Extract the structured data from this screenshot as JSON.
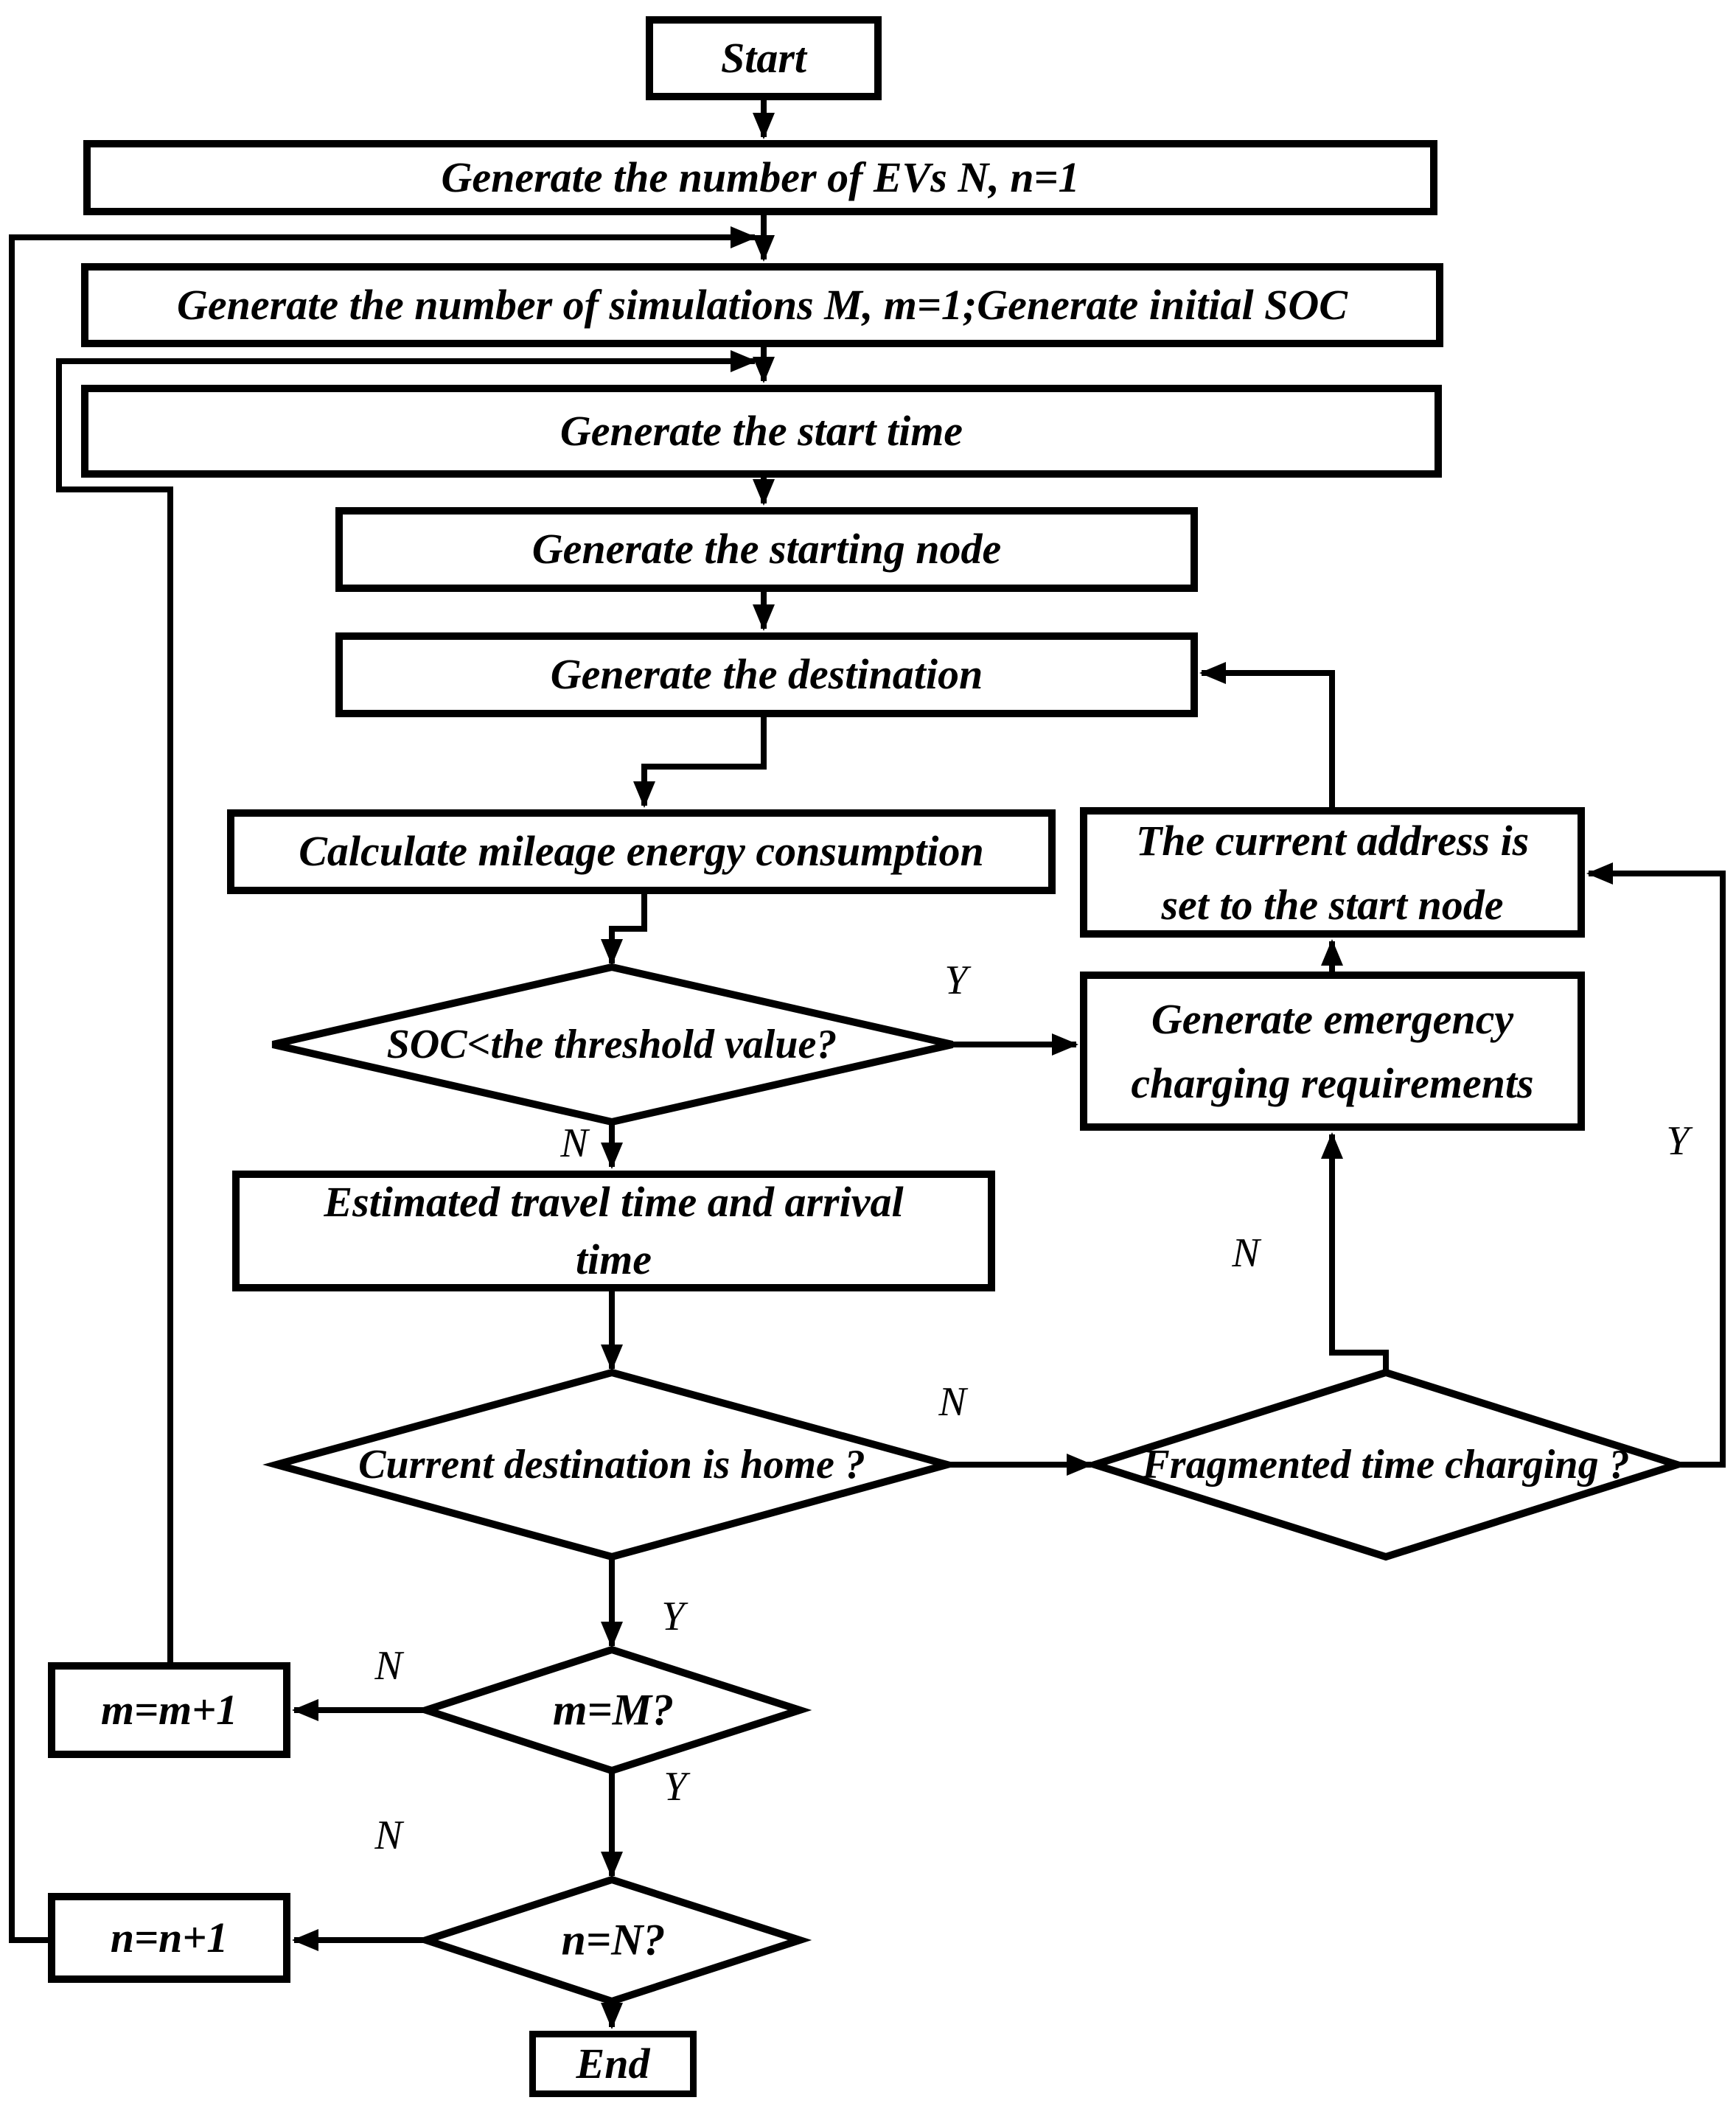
{
  "flowchart": {
    "nodes": {
      "start": {
        "label": "Start"
      },
      "gen_evs": {
        "label": "Generate the number of EVs N, n=1"
      },
      "gen_sim": {
        "label": "Generate the number of simulations  M, m=1;Generate initial SOC"
      },
      "gen_start_time": {
        "label": "Generate the start time"
      },
      "gen_start_node": {
        "label": "Generate the starting node"
      },
      "gen_destination": {
        "label": "Generate the destination"
      },
      "calc_mileage": {
        "label": "Calculate mileage energy consumption"
      },
      "soc_decision": {
        "label": "SOC<the threshold value?"
      },
      "set_current_address": {
        "label": "The current address is\nset to the start node"
      },
      "gen_emergency": {
        "label": "Generate emergency\ncharging requirements"
      },
      "est_travel": {
        "label": "Estimated travel time and arrival\ntime"
      },
      "home_decision": {
        "label": "Current destination is home ?"
      },
      "frag_decision": {
        "label": "Fragmented time charging ?"
      },
      "m_increment": {
        "label": "m=m+1"
      },
      "m_decision": {
        "label": "m=M?"
      },
      "n_increment": {
        "label": "n=n+1"
      },
      "n_decision": {
        "label": "n=N?"
      },
      "end": {
        "label": "End"
      }
    },
    "branch_labels": {
      "yes": "Y",
      "no": "N"
    },
    "colors": {
      "stroke": "#000000",
      "background": "#ffffff",
      "text": "#000000"
    }
  }
}
